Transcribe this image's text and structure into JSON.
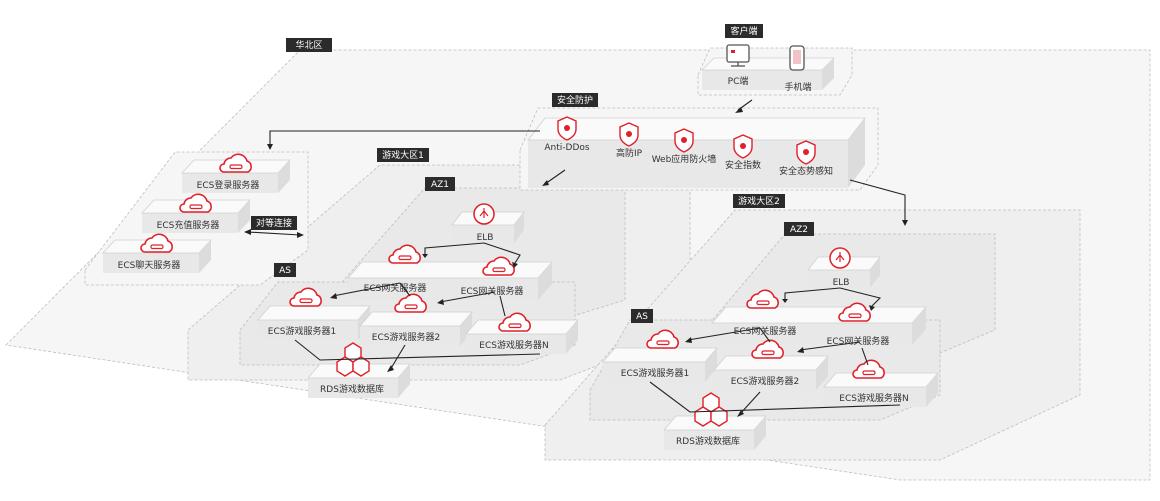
{
  "regions": {
    "north": "华北区",
    "game1": "游戏大区1",
    "game2": "游戏大区2",
    "az1": "AZ1",
    "az2": "AZ2",
    "as1": "AS",
    "as2": "AS"
  },
  "client": {
    "title": "客户端",
    "pc": "PC端",
    "mobile": "手机端"
  },
  "security": {
    "title": "安全防护",
    "items": [
      "Anti-DDos",
      "高防IP",
      "Web应用防火墙",
      "安全指数",
      "安全态势感知"
    ]
  },
  "left_servers": {
    "login": "ECS登录服务器",
    "recharge": "ECS充值服务器",
    "chat": "ECS聊天服务器",
    "peering": "对等连接"
  },
  "zone1": {
    "elb": "ELB",
    "gw1": "ECS网关服务器",
    "gw2": "ECS网关服务器",
    "game1": "ECS游戏服务器1",
    "game2": "ECS游戏服务器2",
    "gameN": "ECS游戏服务器N",
    "rds": "RDS游戏数据库"
  },
  "zone2": {
    "elb": "ELB",
    "gw1": "ECS网关服务器",
    "gw2": "ECS网关服务器",
    "game1": "ECS游戏服务器1",
    "game2": "ECS游戏服务器2",
    "gameN": "ECS游戏服务器N",
    "rds": "RDS游戏数据库"
  },
  "colors": {
    "accent": "#e0202a",
    "tag_bg": "#2b2b2b"
  }
}
